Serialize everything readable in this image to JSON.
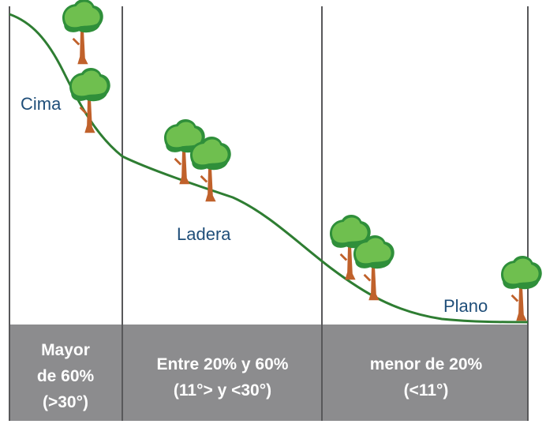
{
  "colors": {
    "band": "#8c8c8e",
    "band_text": "#ffffff",
    "divider": "#58585a",
    "slope_line": "#2e7d32",
    "zone_label": "#1f4e79",
    "foliage_dark": "#2f8f3a",
    "foliage_light": "#6fbf4f",
    "trunk": "#c0612b"
  },
  "zones": [
    {
      "label": "Cima",
      "band_line1": "Mayor",
      "band_line2": "de 60%",
      "band_line3": "(>30°)"
    },
    {
      "label": "Ladera",
      "band_line1": "Entre 20% y 60%",
      "band_line2": "(11°> y <30°)"
    },
    {
      "label": "Plano",
      "band_line1": "menor de 20%",
      "band_line2": "(<11°)"
    }
  ],
  "icons": [
    "tree-icon"
  ]
}
